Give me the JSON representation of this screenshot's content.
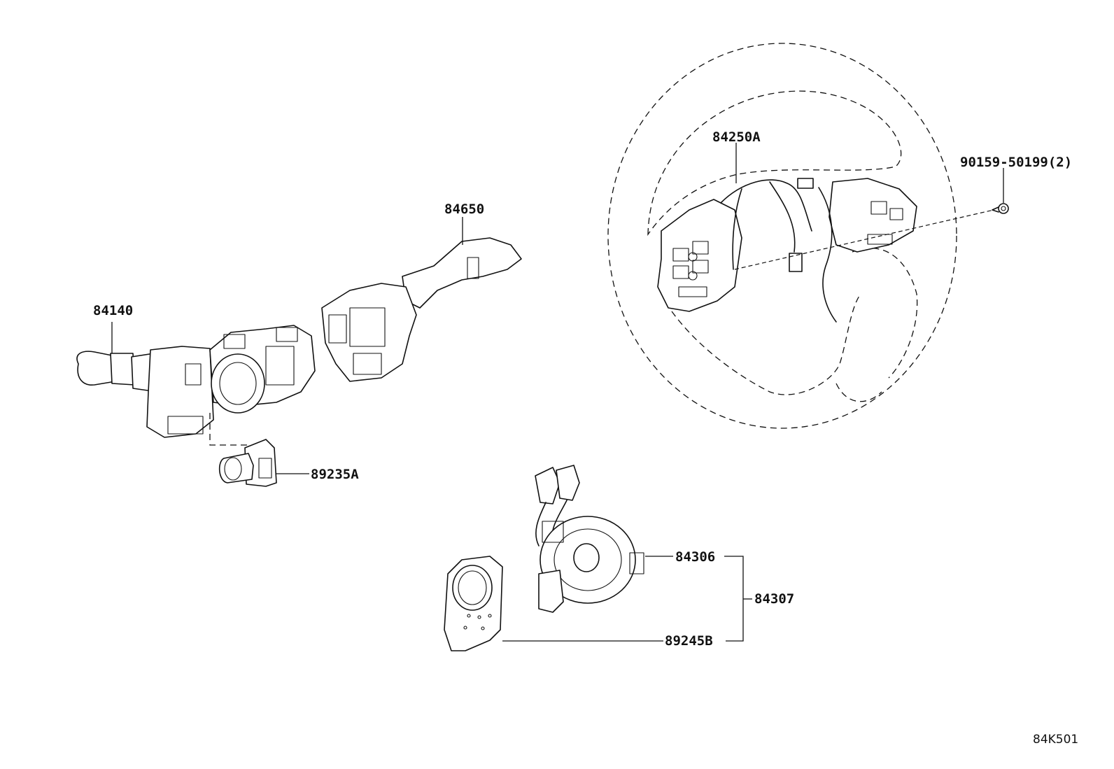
{
  "diagram": {
    "callouts": {
      "p84140": "84140",
      "p84650": "84650",
      "p84250A": "84250A",
      "p90159": "90159-50199(2)",
      "p89235A": "89235A",
      "p84306": "84306",
      "p84307": "84307",
      "p89245B": "89245B"
    },
    "figure_code": "84K501"
  }
}
